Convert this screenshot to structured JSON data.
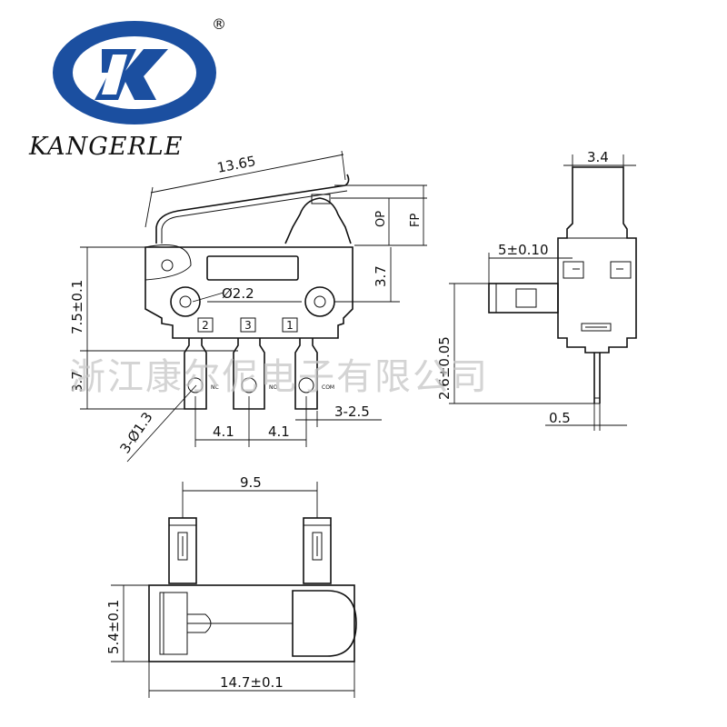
{
  "brand": {
    "name": "KANGERLE",
    "registered_mark": "®",
    "logo_color": "#1b4fa0"
  },
  "watermark": "浙江康尔伲电子有限公司",
  "front_view": {
    "lever_length": "13.65",
    "op_label": "OP",
    "fp_label": "FP",
    "height_dim": "7.5±0.1",
    "offset_dim": "3.7",
    "terminal_length_dim": "3.7",
    "hole_dia": "Ø2.2",
    "terminal_hole": "3-Ø1.3",
    "pitch_1": "4.1",
    "pitch_2": "4.1",
    "terminal_width": "3-2.5",
    "pin_numbers": [
      "2",
      "3",
      "1"
    ],
    "pin_names": [
      "NC",
      "NO",
      "COM"
    ]
  },
  "side_view": {
    "width_dim": "3.4",
    "terminal_dim": "5±0.10",
    "offset_dim": "2.6±0.05",
    "thickness_dim": "0.5"
  },
  "bottom_view": {
    "pitch_dim": "9.5",
    "depth_dim": "5.4±0.1",
    "length_dim": "14.7±0.1"
  }
}
